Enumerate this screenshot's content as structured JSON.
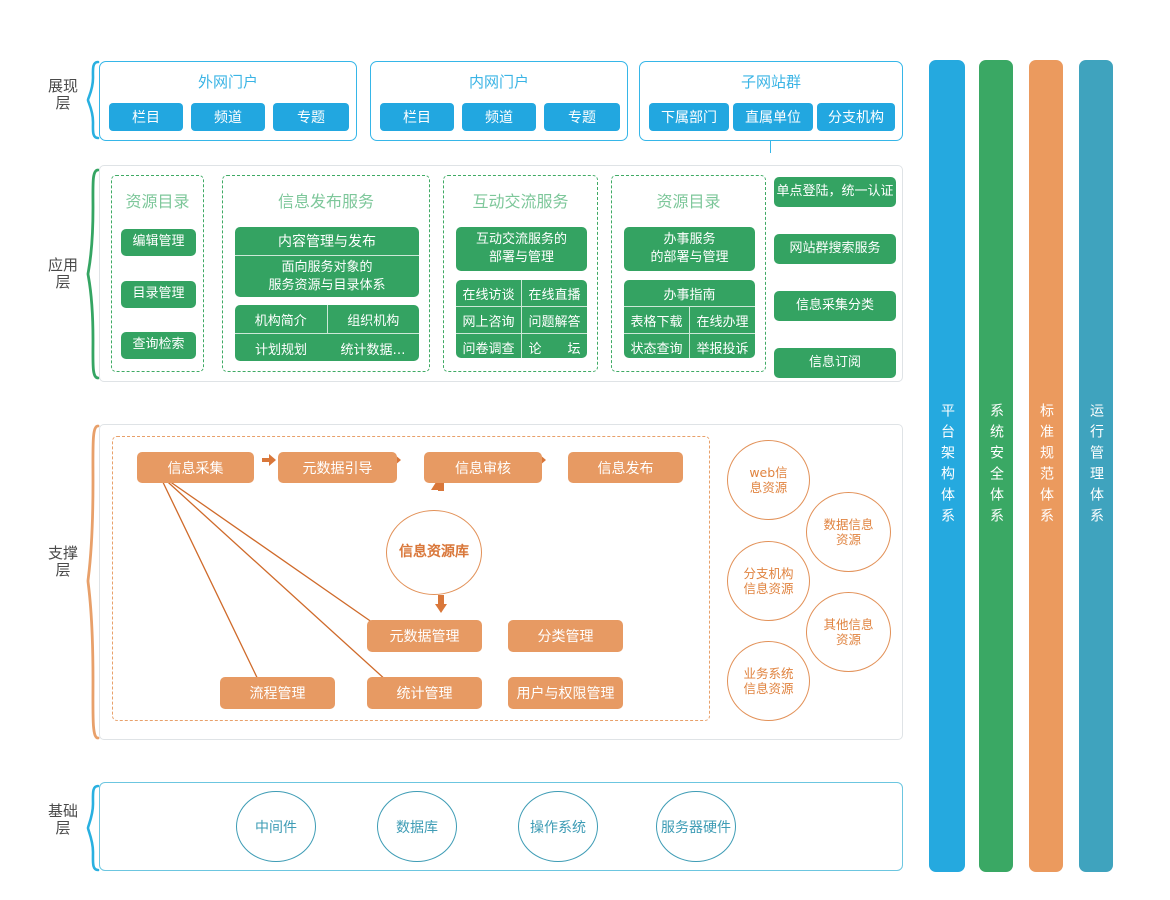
{
  "layers": [
    {
      "name": "presentation",
      "label": "展现层",
      "brace_color": "#29b0e0"
    },
    {
      "name": "application",
      "label": "应用层",
      "brace_color": "#35a563"
    },
    {
      "name": "support",
      "label": "支撑层",
      "brace_color": "#e8a06a"
    },
    {
      "name": "base",
      "label": "基础层",
      "brace_color": "#29b0e0"
    }
  ],
  "presentation": {
    "portals": [
      {
        "title": "外网门户",
        "items": [
          "栏目",
          "频道",
          "专题"
        ]
      },
      {
        "title": "内网门户",
        "items": [
          "栏目",
          "频道",
          "专题"
        ]
      },
      {
        "title": "子网站群",
        "items": [
          "下属部门",
          "直属单位",
          "分支机构"
        ]
      }
    ]
  },
  "application": {
    "columns": [
      {
        "title": "资源目录",
        "buttons": [
          "编辑管理",
          "目录管理",
          "查询检索"
        ]
      },
      {
        "title": "信息发布服务",
        "head": "内容管理与发布",
        "subhead": [
          "面向服务对象的",
          "服务资源与目录体系"
        ],
        "grid": [
          [
            "机构简介",
            "组织机构"
          ],
          [
            "计划规划",
            "统计数据…"
          ]
        ]
      },
      {
        "title": "互动交流服务",
        "head": [
          "互动交流服务的",
          "部署与管理"
        ],
        "grid": [
          [
            "在线访谈",
            "在线直播"
          ],
          [
            "网上咨询",
            "问题解答"
          ],
          [
            "问卷调查",
            "论　　坛"
          ]
        ]
      },
      {
        "title": "资源目录",
        "head": [
          "办事服务",
          "的部署与管理"
        ],
        "subtitle": "办事指南",
        "grid": [
          [
            "表格下载",
            "在线办理"
          ],
          [
            "状态查询",
            "举报投诉"
          ]
        ]
      }
    ],
    "side_buttons": [
      "单点登陆，统一认证",
      "网站群搜索服务",
      "信息采集分类",
      "信息订阅"
    ]
  },
  "support": {
    "flow": [
      "信息采集",
      "元数据引导",
      "信息审核",
      "信息发布"
    ],
    "repository": "信息资源库",
    "mid_row": [
      "元数据管理",
      "分类管理"
    ],
    "bottom_row": [
      "流程管理",
      "统计管理",
      "用户与权限管理"
    ],
    "resources": [
      {
        "lines": [
          "web信",
          "息资源"
        ]
      },
      {
        "lines": [
          "数据信息",
          "资源"
        ]
      },
      {
        "lines": [
          "分支机构",
          "信息资源"
        ]
      },
      {
        "lines": [
          "其他信息",
          "资源"
        ]
      },
      {
        "lines": [
          "业务系统",
          "信息资源"
        ]
      }
    ]
  },
  "base": {
    "items": [
      "中间件",
      "数据库",
      "操作系统",
      "服务器硬件"
    ]
  },
  "pillars": [
    {
      "label": "平台架构体系",
      "color": "#25a9df"
    },
    {
      "label": "系统安全体系",
      "color": "#3aa864"
    },
    {
      "label": "标准规范体系",
      "color": "#eb9a5e"
    },
    {
      "label": "运行管理体系",
      "color": "#3fa3be"
    }
  ],
  "colors": {
    "blue": "#22a7e0",
    "blue_border": "#36b6e8",
    "green": "#34a362",
    "green_title": "#7dc79a",
    "orange": "#e79a63",
    "orange_line": "#cf6a2a",
    "teal": "#3e9cb5",
    "gray_border": "#dfe3e6"
  }
}
